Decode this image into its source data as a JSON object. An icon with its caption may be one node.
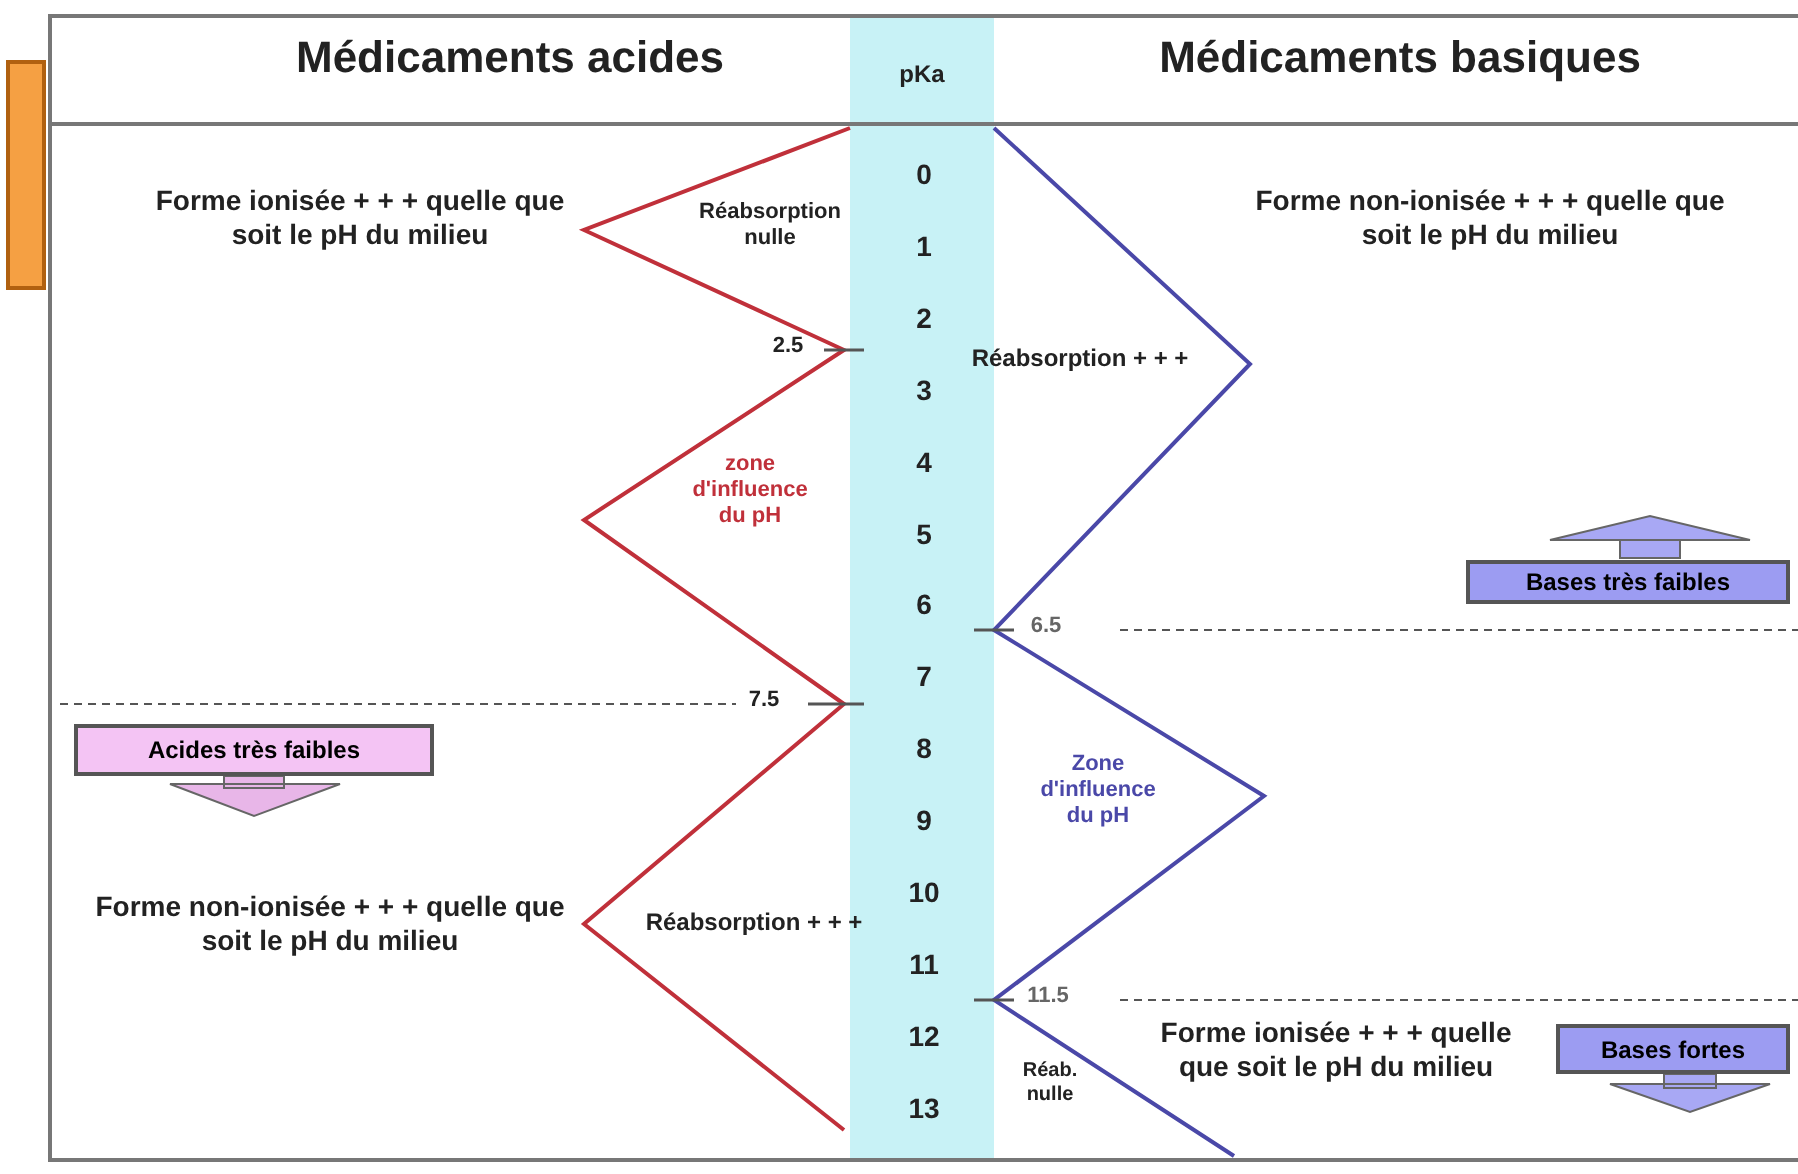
{
  "diagram": {
    "nodes": [
      {
        "text": [],
        "shape": "box"
      },
      {
        "text": [
          "Bases très faibles"
        ]
      },
      {
        "text": [
          "Acides très faibles"
        ]
      },
      {
        "text": [
          "Bases fortes"
        ]
      }
    ],
    "labels": [
      "Médicaments acides",
      "pKa",
      "Médicaments basiques",
      "Forme ionisée + + + quelle que soit le pH du milieu",
      "Réabsorption nulle",
      "Forme non-ionisée + + + quelle que soit le pH du milieu",
      "0",
      "1",
      "2",
      "3",
      "4",
      "5",
      "6",
      "7",
      "8",
      "9",
      "10",
      "11",
      "12",
      "13",
      "2.5",
      "Réabsorption + + +",
      "zone d'influence du pH",
      "6.5",
      "7.5",
      "Zone d'influence du pH",
      "Forme non-ionisée + + + quelle que soit le pH du milieu",
      "Réabsorption + + +",
      "11.5",
      "Forme ionisée + + + quelle que soit le pH du milieu",
      "Réab. nulle"
    ]
  }
}
